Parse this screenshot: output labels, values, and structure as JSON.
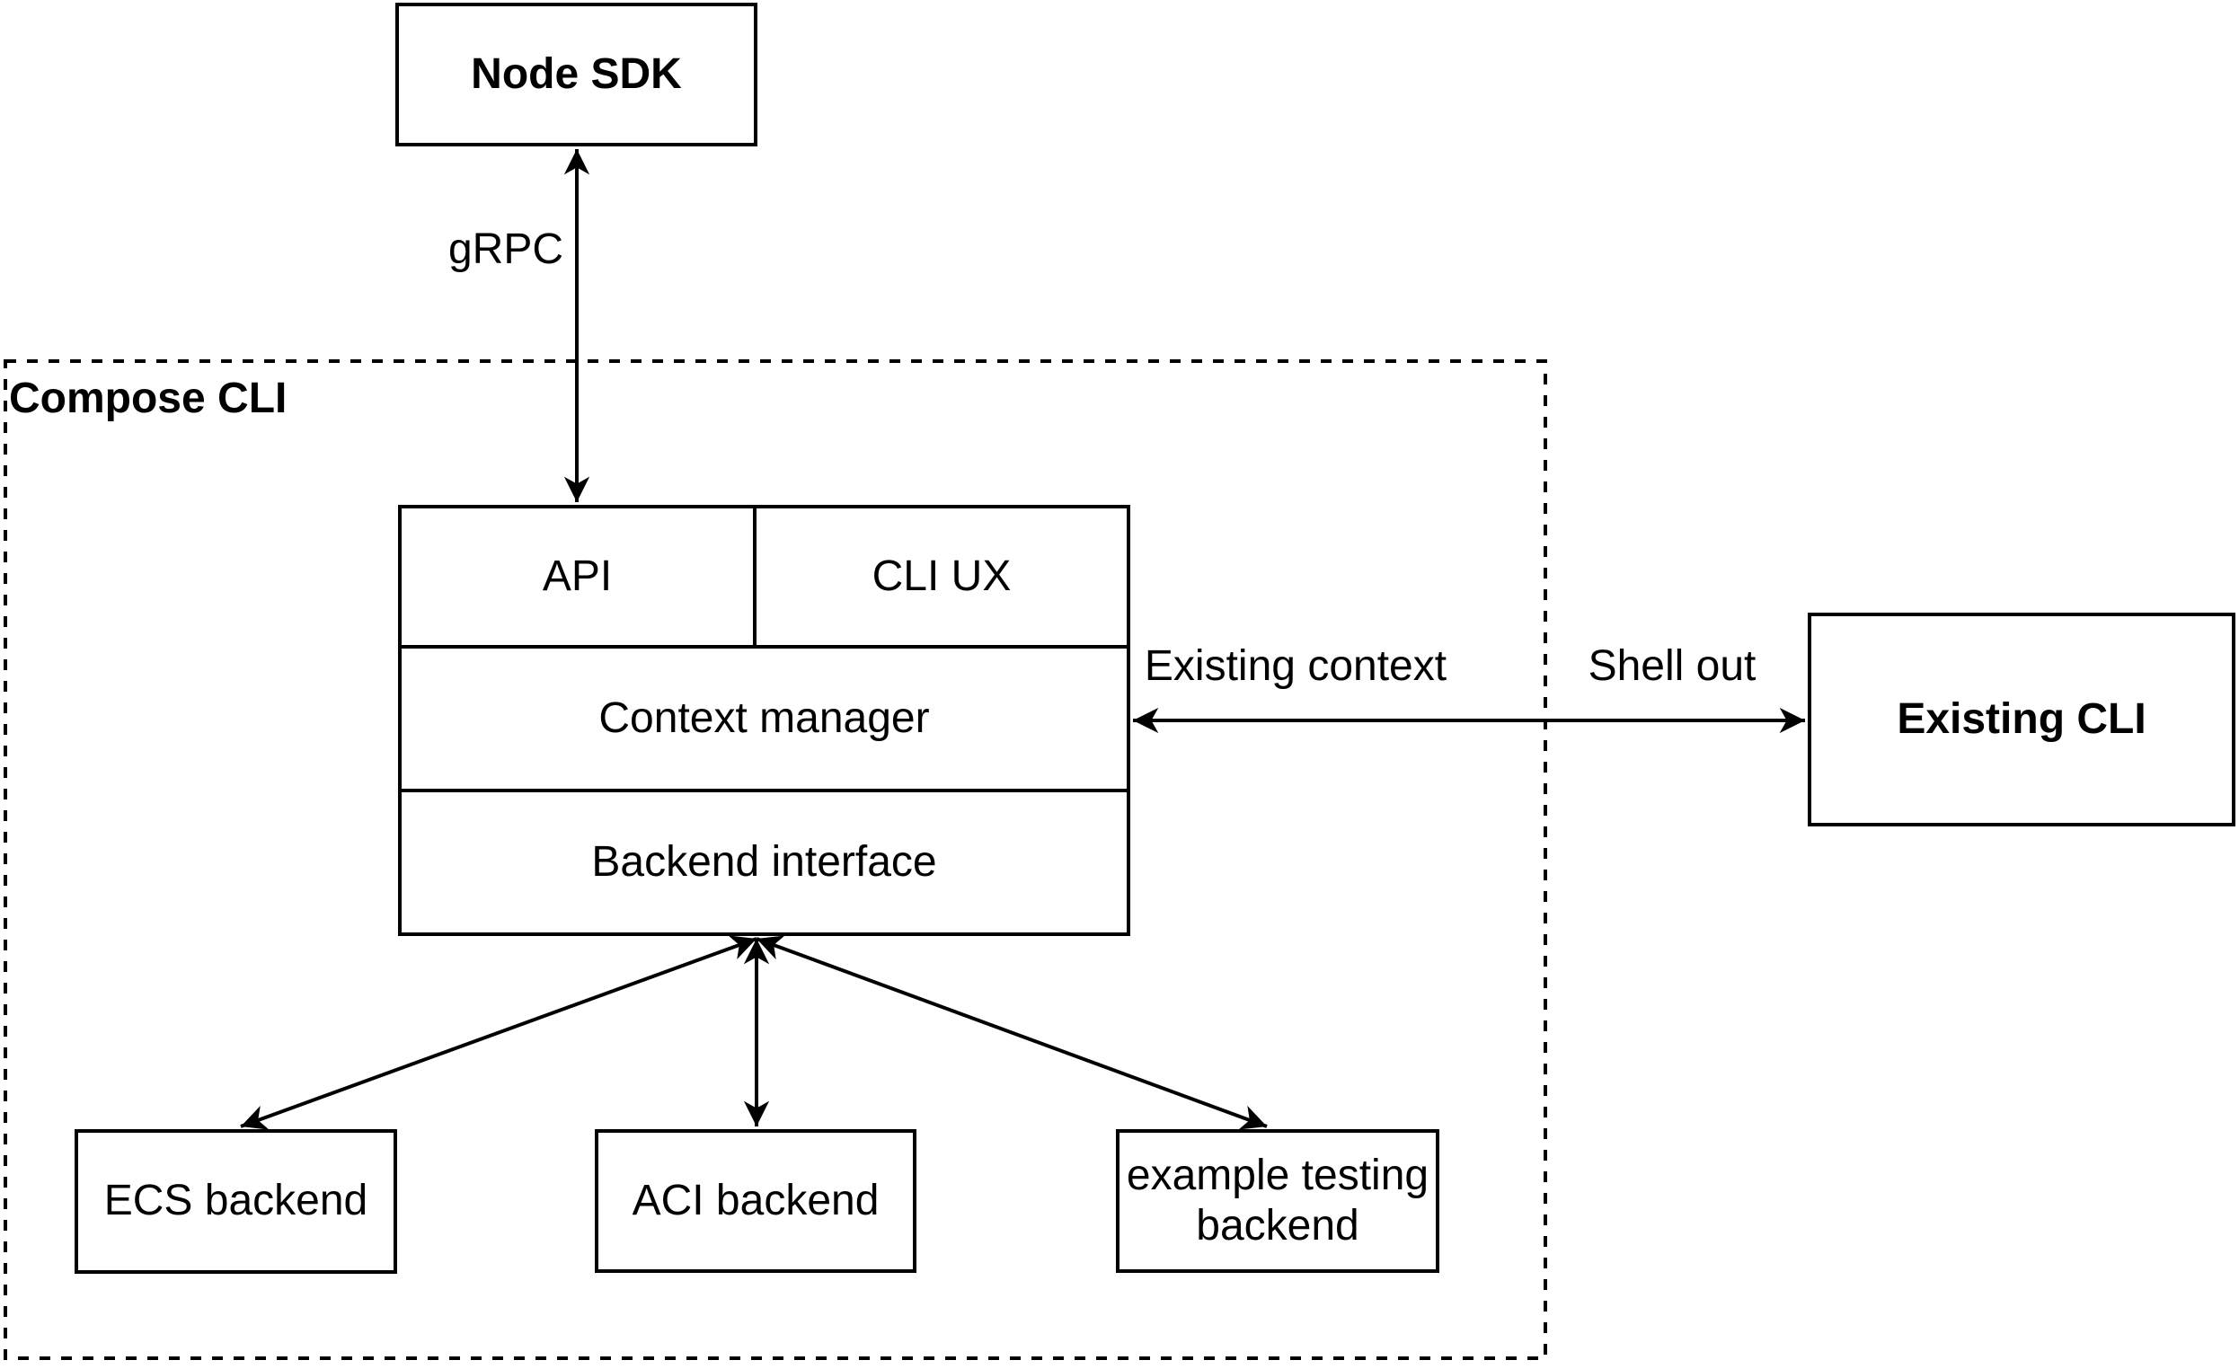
{
  "colors": {
    "stroke": "#000000",
    "background": "#ffffff",
    "text": "#000000"
  },
  "nodes": {
    "node_sdk": {
      "label": "Node SDK"
    },
    "compose_cli_container": {
      "label": "Compose CLI"
    },
    "api": {
      "label": "API"
    },
    "cli_ux": {
      "label": "CLI UX"
    },
    "context_manager": {
      "label": "Context manager"
    },
    "backend_interface": {
      "label": "Backend interface"
    },
    "existing_cli": {
      "label": "Existing CLI"
    },
    "ecs_backend": {
      "label": "ECS backend"
    },
    "aci_backend": {
      "label": "ACI backend"
    },
    "example_testing_backend": {
      "label": "example testing\nbackend"
    }
  },
  "edge_labels": {
    "grpc": {
      "label": "gRPC"
    },
    "existing_context": {
      "label": "Existing context"
    },
    "shell_out": {
      "label": "Shell out"
    }
  }
}
